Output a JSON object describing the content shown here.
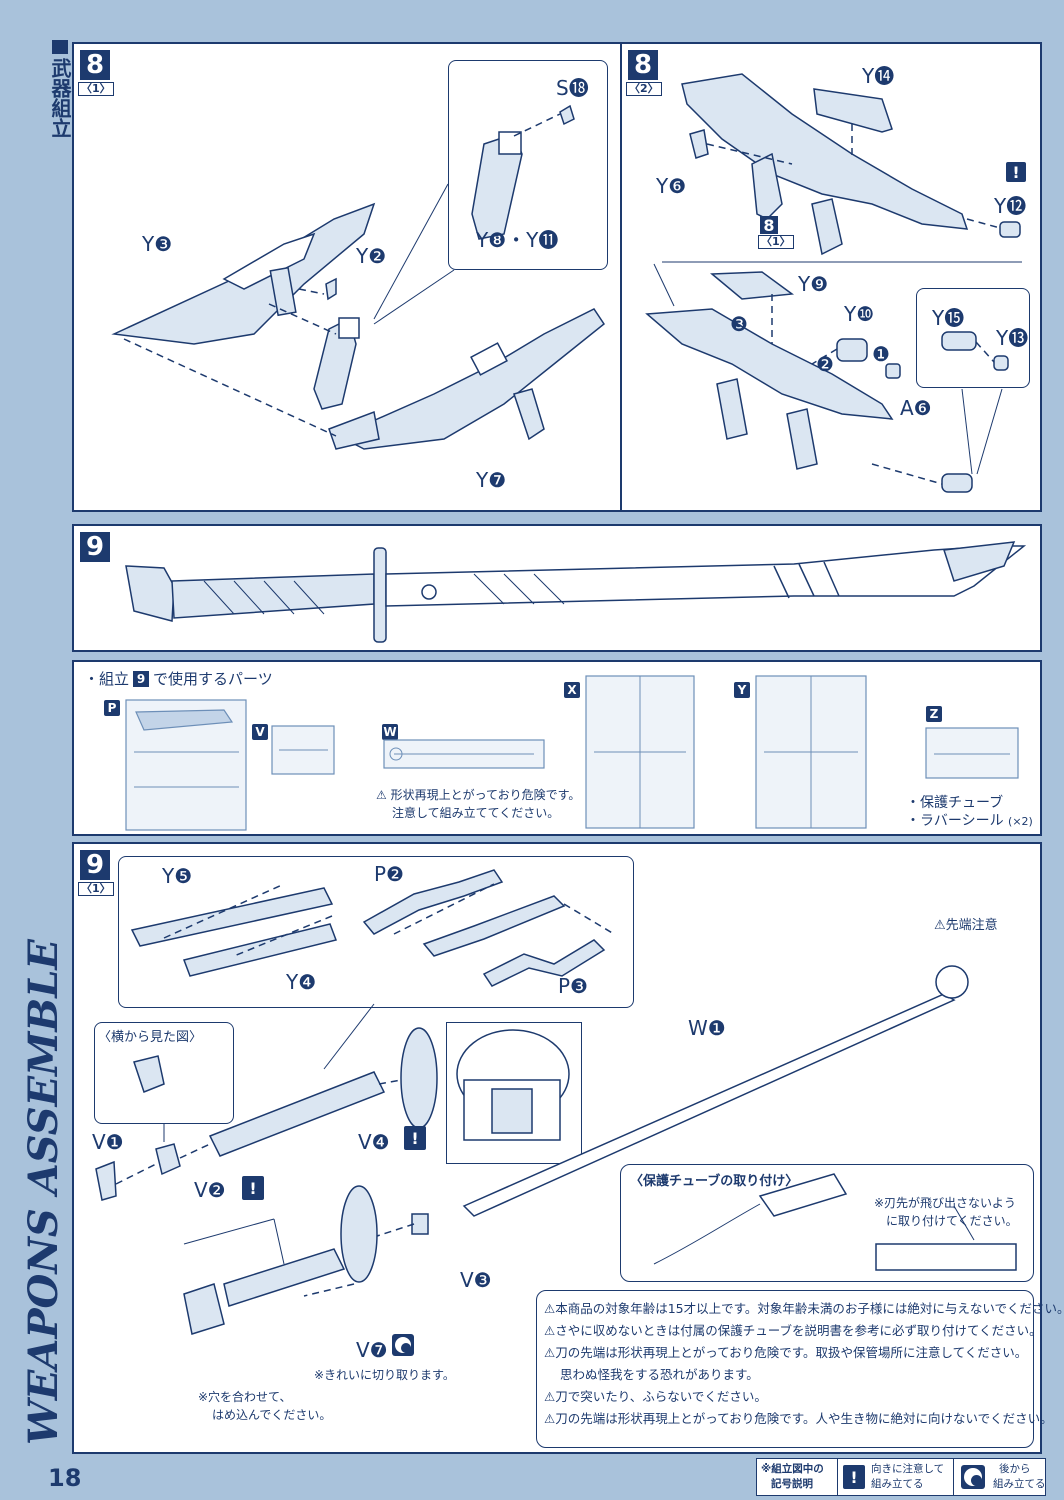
{
  "side": {
    "section_title": "武器組立",
    "vertical_title": "WEAPONS ASSEMBLE",
    "page_number": "18"
  },
  "step8_1": {
    "step": "8",
    "sub": "〈1〉",
    "labels": {
      "y3": "Y❸",
      "y2": "Y❷",
      "y8y11": "Y❽・Y⓫",
      "s18": "S⓲",
      "y7": "Y❼"
    }
  },
  "step8_2": {
    "step": "8",
    "sub": "〈2〉",
    "labels": {
      "y14": "Y⓮",
      "y6": "Y❻",
      "y12": "Y⓬",
      "ref_step": "8",
      "ref_sub": "〈1〉",
      "y9": "Y❾",
      "y10": "Y❿",
      "y15": "Y⓯",
      "y13": "Y⓭",
      "a6": "A❻",
      "n1": "❶",
      "n2": "❷",
      "n3": "❸"
    }
  },
  "step9": {
    "step": "9"
  },
  "parts": {
    "heading": "・組立",
    "heading_step": "9",
    "heading_tail": "で使用するパーツ",
    "runners": [
      "P",
      "V",
      "W",
      "X",
      "Y",
      "Z"
    ],
    "w_warning_line1": "形状再現上とがっており危険です。",
    "w_warning_line2": "注意して組み立ててください。",
    "extras": [
      "・保護チューブ",
      "・ラバーシール"
    ],
    "extra_count": "(×2)"
  },
  "step9_1": {
    "step": "9",
    "sub": "〈1〉",
    "labels": {
      "y5": "Y❺",
      "y4": "Y❹",
      "p2": "P❷",
      "p3": "P❸",
      "w1": "W❶",
      "tip_caution": "先端注意",
      "side_view": "〈横から見た図〉",
      "v1": "V❶",
      "v2": "V❷",
      "v3": "V❸",
      "v4": "V❹",
      "v7": "V❼"
    },
    "note_cut": "※きれいに切り取ります。",
    "note_hole_1": "※穴を合わせて、",
    "note_hole_2": "はめ込んでください。",
    "tube_title": "〈保護チューブの取り付け〉",
    "tube_note_1": "※刃先が飛び出さないよう",
    "tube_note_2": "に取り付けてください。",
    "warnings": [
      "本商品の対象年齢は15才以上です。対象年齢未満のお子様には絶対に与えないでください。",
      "さやに収めないときは付属の保護チューブを説明書を参考に必ず取り付けてください。",
      "刀の先端は形状再現上とがっており危険です。取扱や保管場所に注意してください。",
      "思わぬ怪我をする恐れがあります。",
      "刀で突いたり、ふらないでください。",
      "刀の先端は形状再現上とがっており危険です。人や生き物に絶対に向けないでください。"
    ]
  },
  "legend": {
    "title_1": "※組立図中の",
    "title_2": "記号説明",
    "caution_1": "向きに注意して",
    "caution_2": "組み立てる",
    "later_1": "後から",
    "later_2": "組み立てる"
  },
  "colors": {
    "ink": "#1d3a6e",
    "page_bg": "#a9c2db",
    "panel_bg": "#ffffff"
  }
}
